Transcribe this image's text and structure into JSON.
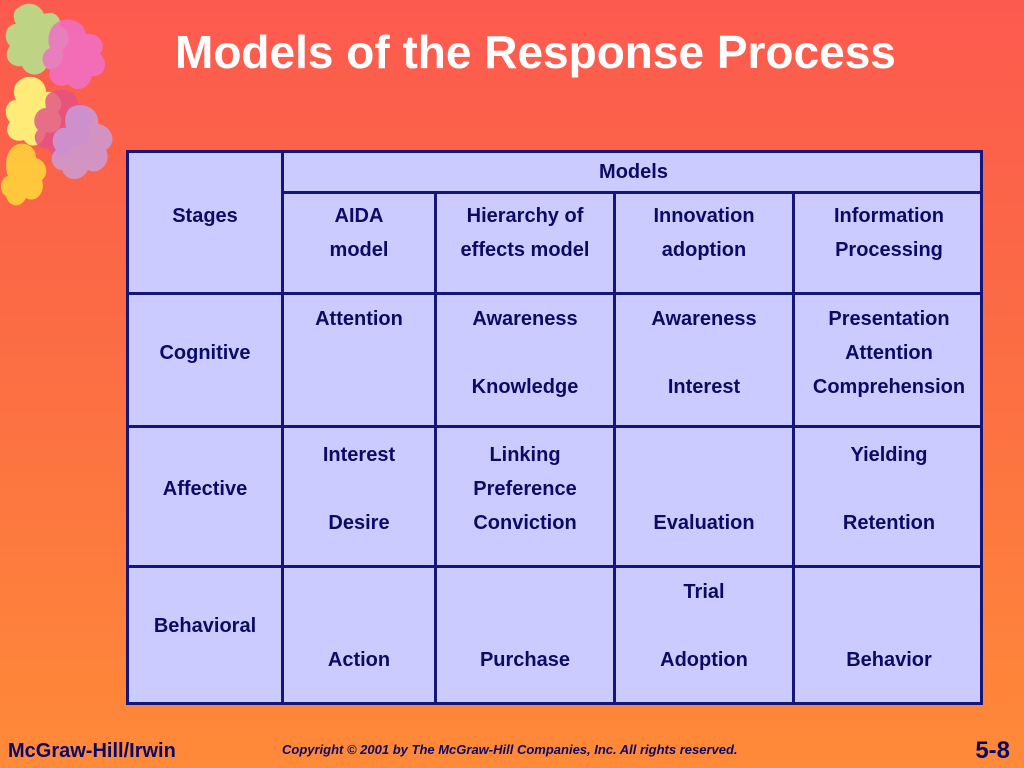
{
  "title": "Models of the Response Process",
  "table": {
    "header": "Models",
    "columns": [
      "Stages",
      "AIDA model",
      "Hierarchy of effects model",
      "Innovation adoption",
      "Information Processing"
    ],
    "column_lines": [
      [
        "Stages"
      ],
      [
        "AIDA",
        "model"
      ],
      [
        "Hierarchy of",
        "effects model"
      ],
      [
        "Innovation",
        "adoption"
      ],
      [
        "Information",
        "Processing"
      ]
    ],
    "rows": [
      {
        "stage": "Cognitive",
        "aida": [
          "Attention",
          "",
          ""
        ],
        "hierarchy": [
          "Awareness",
          "",
          "Knowledge"
        ],
        "innovation": [
          "Awareness",
          "",
          "Interest"
        ],
        "information": [
          "Presentation",
          "Attention",
          "Comprehension"
        ]
      },
      {
        "stage": "Affective",
        "aida": [
          "Interest",
          "",
          "Desire"
        ],
        "hierarchy": [
          "Linking",
          "Preference",
          "Conviction"
        ],
        "innovation": [
          "",
          "",
          "Evaluation"
        ],
        "information": [
          "Yielding",
          "",
          "Retention"
        ]
      },
      {
        "stage": "Behavioral",
        "aida": [
          "",
          "",
          "Action"
        ],
        "hierarchy": [
          "",
          "",
          "Purchase"
        ],
        "innovation": [
          "Trial",
          "",
          "Adoption"
        ],
        "information": [
          "",
          "",
          "Behavior"
        ]
      }
    ]
  },
  "footer": {
    "publisher": "McGraw-Hill/Irwin",
    "copyright": "Copyright © 2001 by The McGraw-Hill Companies, Inc.  All rights reserved.",
    "page": "5-8"
  },
  "colors": {
    "table_fill": "#cccbff",
    "table_border": "#15157a",
    "text": "#0b0b66",
    "title": "#ffffff"
  },
  "icons": [
    "puzzle-decoration-icon"
  ]
}
